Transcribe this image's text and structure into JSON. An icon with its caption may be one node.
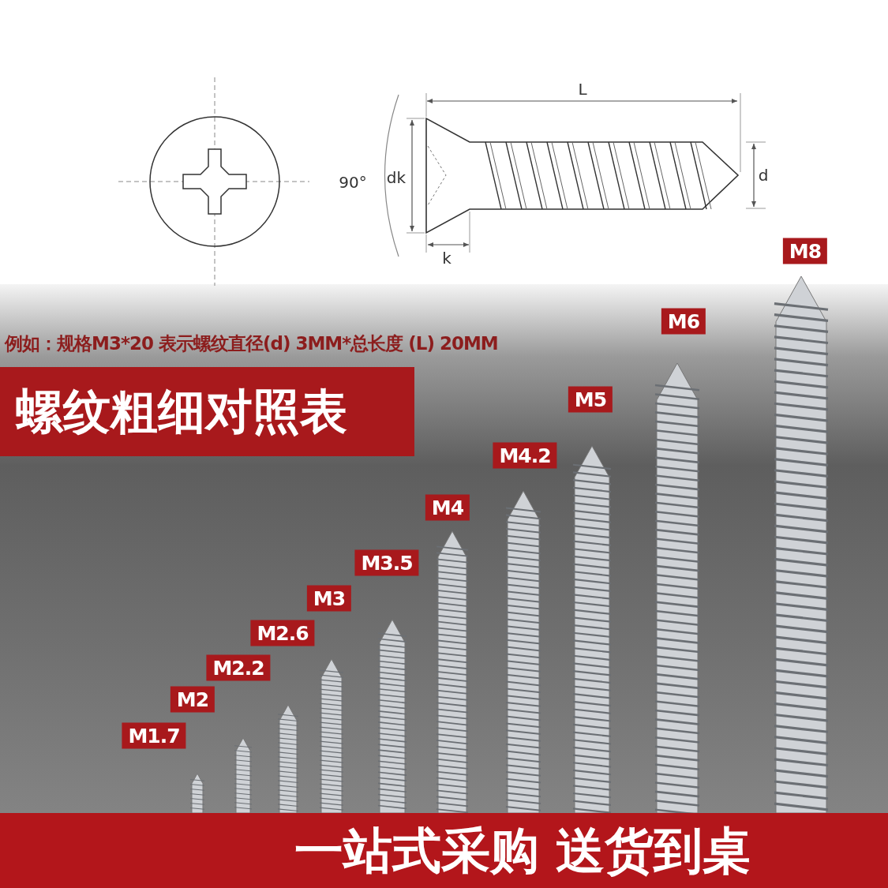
{
  "diagram": {
    "title": "螺纹粗细对照表",
    "labels": [
      "L",
      "90°",
      "dk",
      "d",
      "k",
      "例如：规格M3*20 表示螺纹直径(d) 3MM*总长度 (L) 20MM",
      "M8",
      "M6",
      "M5",
      "M4.2",
      "M4",
      "M3.5",
      "M3",
      "M2.6",
      "M2.2",
      "M2",
      "M1.7",
      "一站式采购 送货到桌"
    ]
  }
}
